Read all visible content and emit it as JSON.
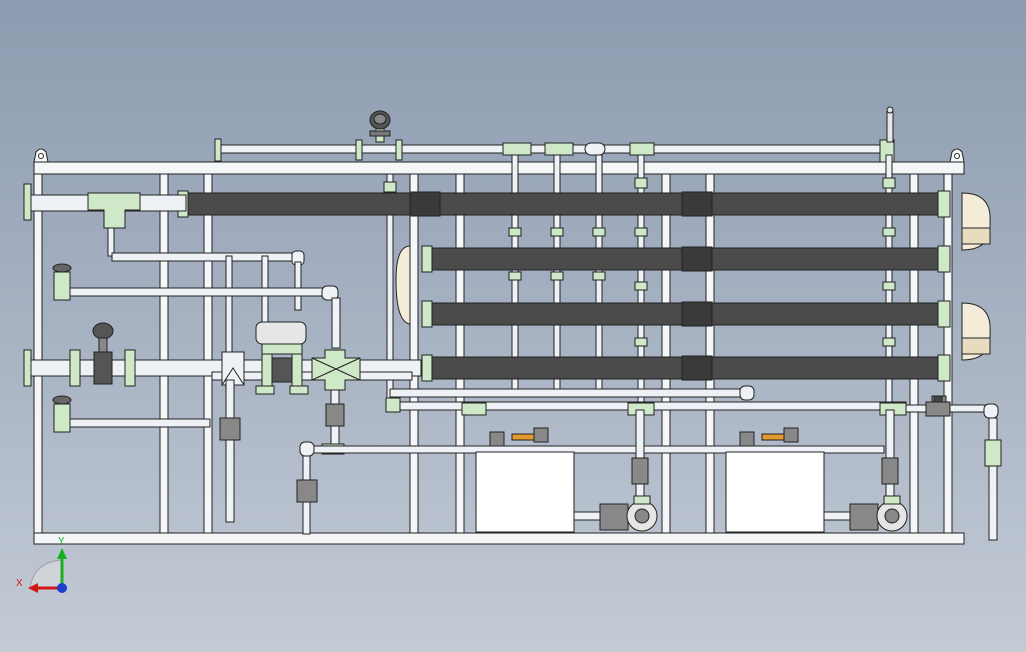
{
  "viewport": {
    "background_top": "#8d9bb0",
    "background_bottom": "#c4cbd6"
  },
  "colors": {
    "frame": "#f4f6f8",
    "outline": "#222222",
    "membrane_vessel": "#4b4b4b",
    "fitting_green": "#cfe8c8",
    "pipe_light": "#eef2f6",
    "endcap_cream": "#f3ecd9",
    "valve_orange": "#e39a2c",
    "axis_x": "#d01818",
    "axis_y": "#18b020",
    "axis_z": "#1f3ecf"
  },
  "model": {
    "membrane_vessels": 4,
    "tanks": 2,
    "pumps": 2
  },
  "axis_triad": {
    "x_label": "X",
    "y_label": "Y",
    "icon": "coordinate-triad-icon"
  }
}
